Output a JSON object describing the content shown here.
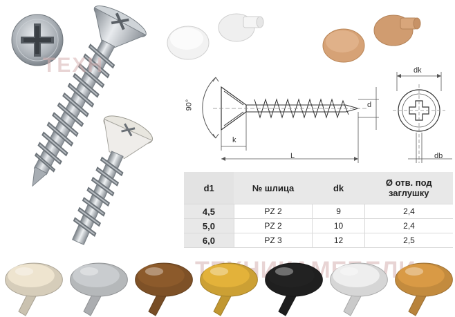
{
  "watermark_top": "ТЕХН",
  "watermark_bottom": "ТЕХНИКАМЕБЕЛИ",
  "diagram": {
    "angle_label": "90°",
    "dim_k": "k",
    "dim_L": "L",
    "dim_d": "d",
    "dim_dk": "dk",
    "dim_db": "db"
  },
  "table": {
    "headers": [
      "d1",
      "№ шлица",
      "dk",
      "Ø отв. под заглушку"
    ],
    "rows": [
      [
        "4,5",
        "PZ 2",
        "9",
        "2,4"
      ],
      [
        "5,0",
        "PZ 2",
        "10",
        "2,4"
      ],
      [
        "6,0",
        "PZ 3",
        "12",
        "2,5"
      ]
    ]
  },
  "colors": {
    "cap_white": "#f4f4f4",
    "cap_beige_top": "#d9a77c",
    "caps_bottom": [
      "#eee4cf",
      "#c9cccf",
      "#8c5a2b",
      "#e3b23a",
      "#222222",
      "#eeeeee",
      "#d99a45"
    ]
  }
}
